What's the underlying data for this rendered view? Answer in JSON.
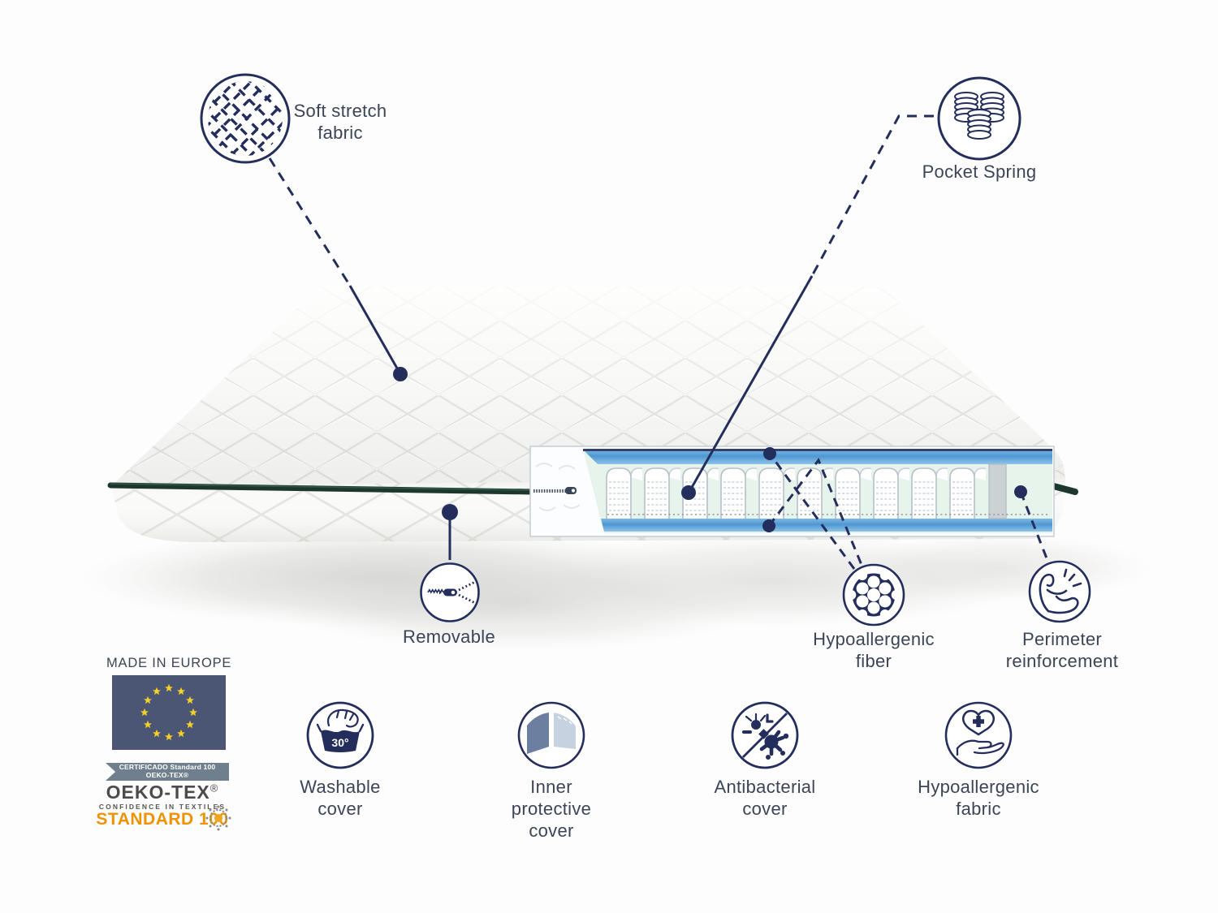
{
  "colors": {
    "navy": "#242e5d",
    "label_text": "#3c4457",
    "flag_blue": "#4b5574",
    "star_yellow": "#f5cf2a",
    "ribbon_gray": "#6f7f8e",
    "oeko_orange": "#f29100",
    "zipper_green": "#1d372e",
    "cutaway_blue": "#4e97d1",
    "cutaway_mint": "#e7f4ec"
  },
  "callouts": {
    "soft_stretch": {
      "label": "Soft stretch\nfabric",
      "icon": "fabric-weave-icon"
    },
    "pocket_spring": {
      "label": "Pocket Spring",
      "icon": "coil-springs-icon"
    },
    "removable": {
      "label": "Removable",
      "icon": "zipper-icon"
    },
    "hypoallergenic_fiber": {
      "label": "Hypoallergenic\nfiber",
      "icon": "fiber-cross-section-icon"
    },
    "perimeter_reinforcement": {
      "label": "Perimeter\nreinforcement",
      "icon": "flexed-arm-icon"
    }
  },
  "features": [
    {
      "key": "washable_cover",
      "label": "Washable\ncover",
      "icon": "hand-wash-30-icon",
      "wash_temp": "30°"
    },
    {
      "key": "inner_protective_cover",
      "label": "Inner\nprotective\ncover",
      "icon": "inner-cover-icon"
    },
    {
      "key": "antibacterial_cover",
      "label": "Antibacterial\ncover",
      "icon": "no-bacteria-icon"
    },
    {
      "key": "hypoallergenic_fabric",
      "label": "Hypoallergenic\nfabric",
      "icon": "heart-cross-hand-icon"
    }
  ],
  "certifications": {
    "made_in": "MADE IN EUROPE",
    "ribbon_line1": "CERTIFICADO Standard 100",
    "ribbon_line2": "OEKO-TEX®",
    "brand": "OEKO-TEX",
    "brand_reg": "®",
    "tagline": "CONFIDENCE IN TEXTILES",
    "standard": "STANDARD 100"
  }
}
